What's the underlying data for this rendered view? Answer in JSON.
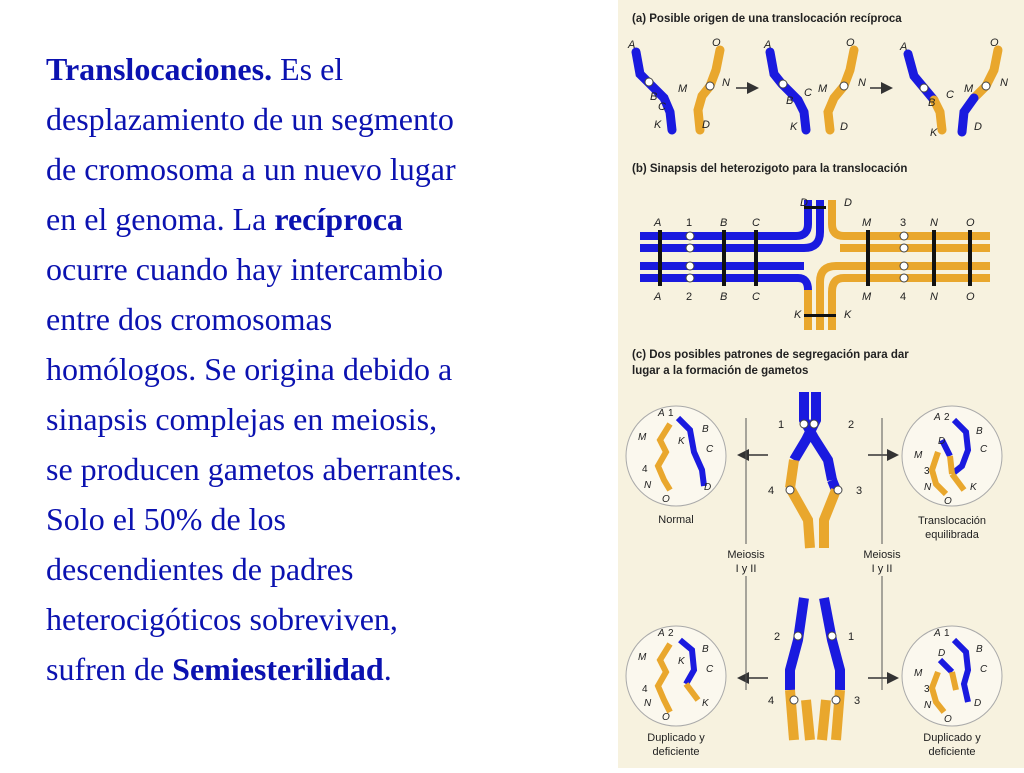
{
  "text": {
    "l1_title": "Translocaciones.",
    "l1_rest": "  Es el",
    "l2": "desplazamiento de un segmento",
    "l3": "de cromosoma a un nuevo lugar",
    "l4_a": "en el genoma. La ",
    "l4_b": "recíproca",
    "l5": "ocurre cuando hay intercambio",
    "l6": "entre dos cromosomas",
    "l7": "homólogos. Se origina debido a",
    "l8": "sinapsis complejas en meiosis,",
    "l9": "se producen gametos aberrantes.",
    "l10": "Solo el 50% de los",
    "l11": "descendientes de padres",
    "l12": "heterocigóticos sobreviven,",
    "l13_a": "sufren de ",
    "l13_b": "Semiesterilidad",
    "l13_c": "."
  },
  "figure": {
    "a_title": "(a) Posible origen de una translocación recíproca",
    "b_title": "(b) Sinapsis del heterozigoto para la translocación",
    "c_title_1": "(c) Dos posibles patrones de segregación para dar",
    "c_title_2": "lugar a la formación de gametos",
    "letters": {
      "A": "A",
      "B": "B",
      "C": "C",
      "D": "D",
      "K": "K",
      "M": "M",
      "N": "N",
      "O": "O"
    },
    "nums": {
      "n1": "1",
      "n2": "2",
      "n3": "3",
      "n4": "4"
    },
    "normal": "Normal",
    "balanced_1": "Translocación",
    "balanced_2": "equilibrada",
    "meiosis": "Meiosis",
    "meiosis_2": "I y II",
    "dup_1": "Duplicado y",
    "dup_2": "deficiente"
  },
  "colors": {
    "text": "#0b12b0",
    "blue_chromosome": "#1a1adf",
    "yellow_chromosome": "#e9a72d",
    "figure_bg": "#f7f2df"
  }
}
